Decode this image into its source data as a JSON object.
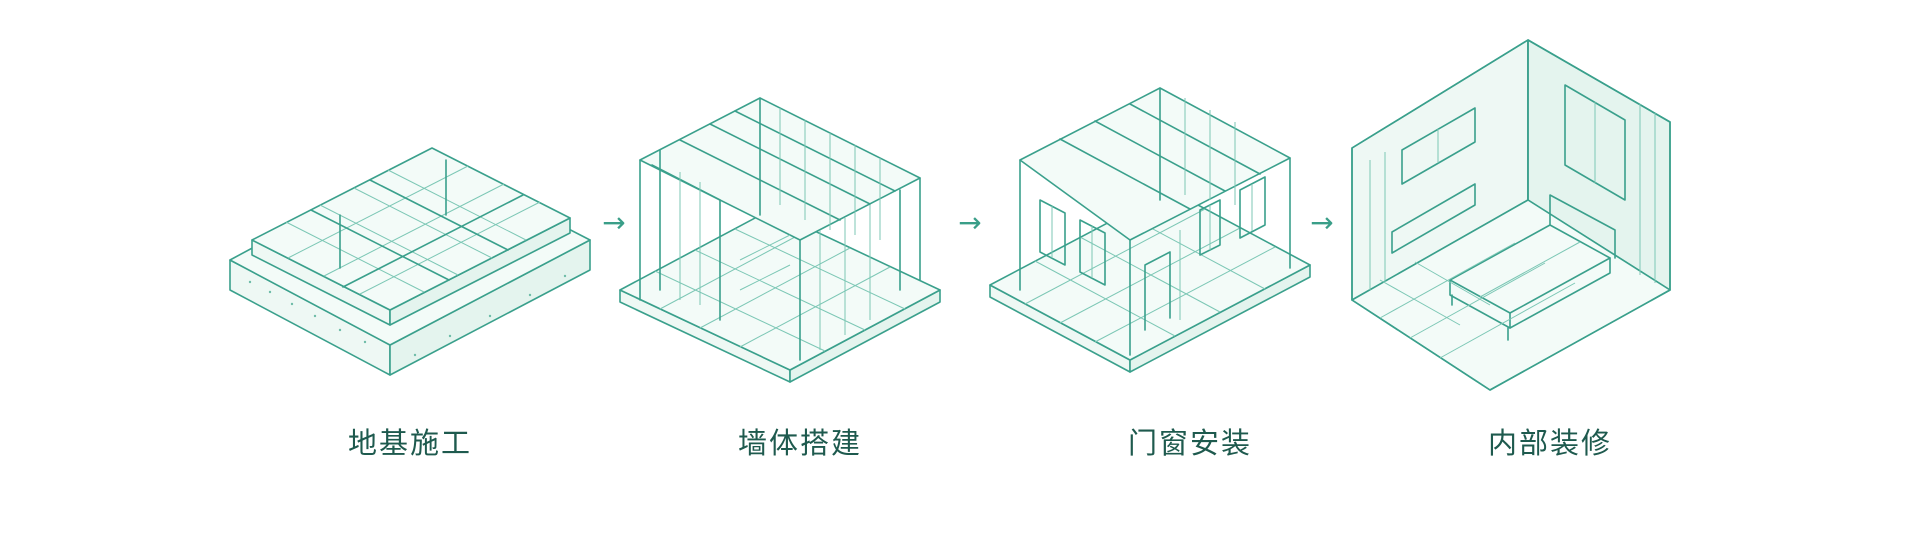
{
  "steps": [
    {
      "label": "地基施工",
      "icon": "foundation-icon"
    },
    {
      "label": "墙体搭建",
      "icon": "wall-frame-icon"
    },
    {
      "label": "门窗安装",
      "icon": "door-window-icon"
    },
    {
      "label": "内部装修",
      "icon": "interior-icon"
    }
  ],
  "arrow_glyph": "→",
  "colors": {
    "line": "#3aa08c",
    "light": "#7cc7b5",
    "text": "#1e5a4e",
    "fill": "#f3fbf8"
  }
}
